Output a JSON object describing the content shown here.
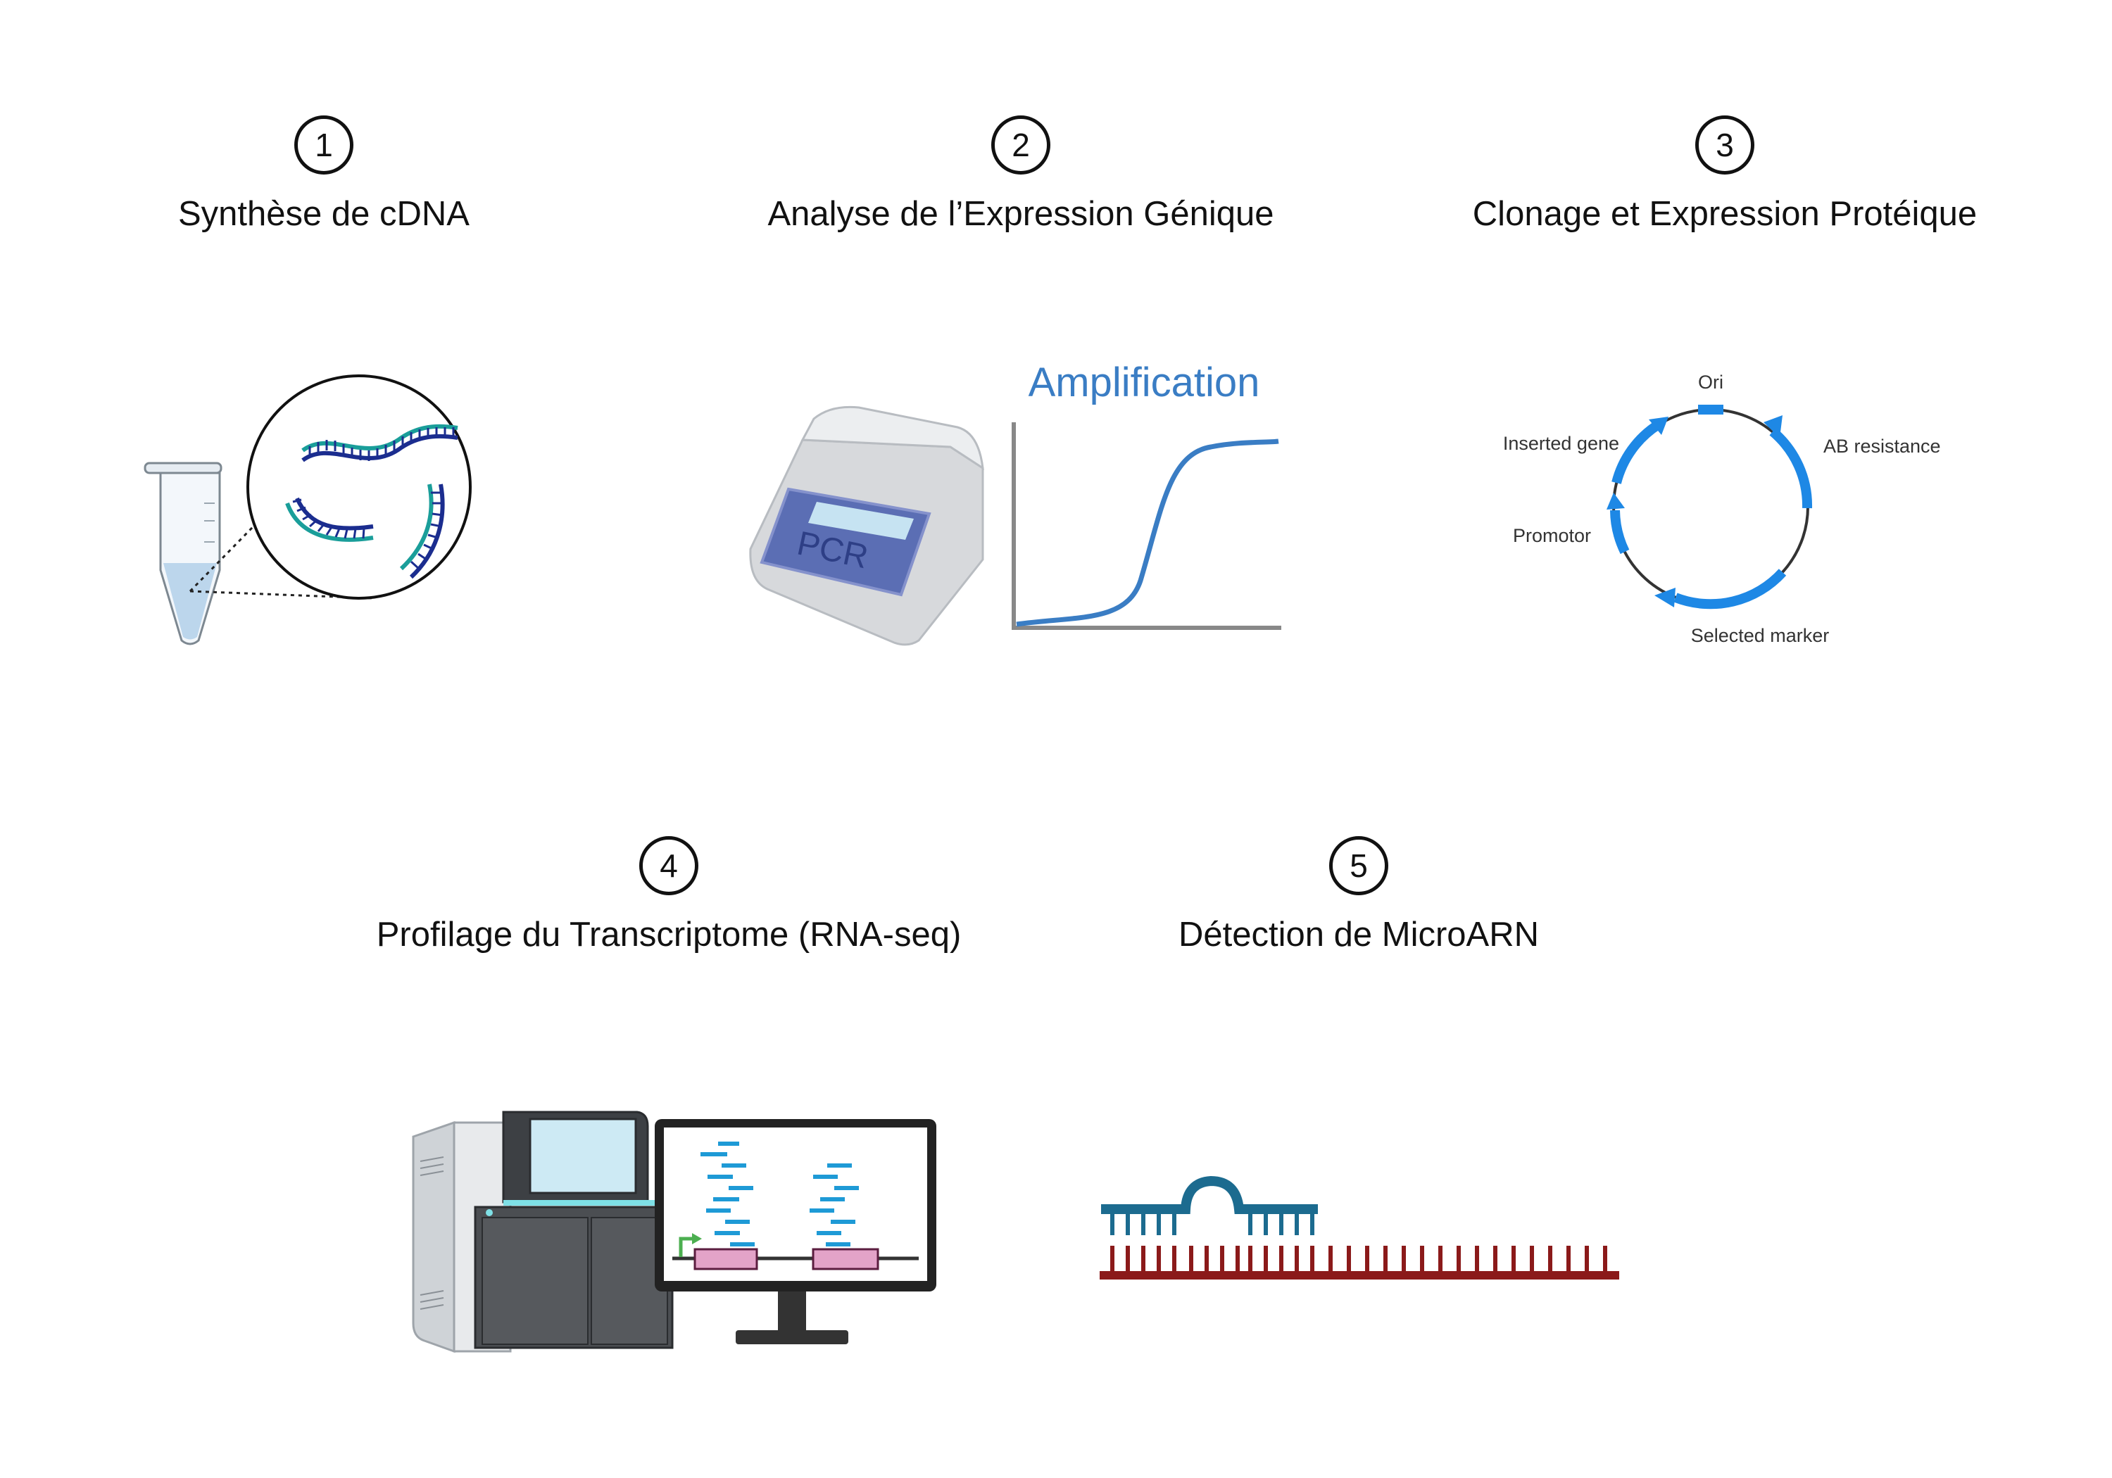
{
  "steps": [
    {
      "number": "1",
      "title": "Synthèse de cDNA"
    },
    {
      "number": "2",
      "title": "Analyse de l’Expression Génique"
    },
    {
      "number": "3",
      "title": "Clonage et Expression Protéique"
    },
    {
      "number": "4",
      "title": "Profilage du Transcriptome (RNA-seq)"
    },
    {
      "number": "5",
      "title": "Détection de MicroARN"
    }
  ],
  "pcr": {
    "machine_label": "PCR",
    "chart_title": "Amplification"
  },
  "plasmid": {
    "ori": "Ori",
    "ab_resistance": "AB resistance",
    "inserted_gene": "Inserted gene",
    "promotor": "Promotor",
    "selected_marker": "Selected marker"
  },
  "colors": {
    "plasmid_feature": "#1e88e5",
    "amplification": "#3a7dc4",
    "mirna": "#1c6b8f",
    "target_rna": "#8b1a1a"
  }
}
